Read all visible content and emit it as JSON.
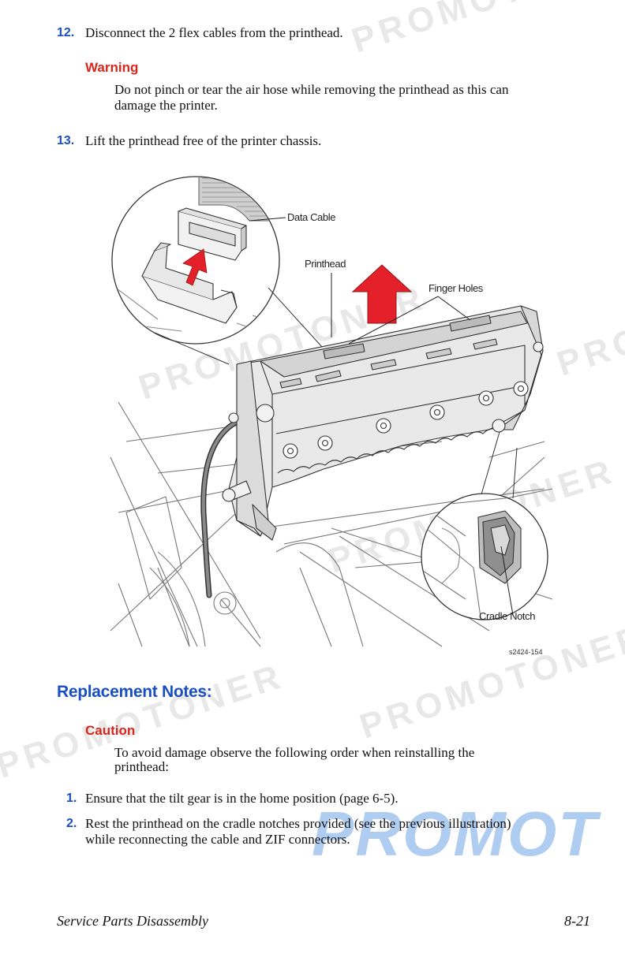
{
  "steps_top": [
    {
      "num": "12.",
      "text": "Disconnect the 2 flex cables from the printhead."
    },
    {
      "num": "13.",
      "text": "Lift the printhead free of the printer chassis."
    }
  ],
  "warning": {
    "label": "Warning",
    "line1": "Do not pinch or tear the air hose while removing the printhead as this can",
    "line2": "damage the printer."
  },
  "figure": {
    "callouts": {
      "data_cable": "Data Cable",
      "printhead": "Printhead",
      "finger_holes": "Finger Holes",
      "cradle_notch": "Cradle Notch"
    },
    "figure_id": "s2424-154",
    "arrow_color": "#e4202a"
  },
  "replacement": {
    "heading": "Replacement Notes:",
    "caution_label": "Caution",
    "caution_line1": "To avoid damage observe the following order when reinstalling the",
    "caution_line2": "printhead:",
    "steps": [
      {
        "num": "1.",
        "line1": "Ensure that the tilt gear is in the home position (page 6-5).",
        "line2": ""
      },
      {
        "num": "2.",
        "line1": "Rest the printhead on the cradle notches provided (see the previous illustration)",
        "line2": "while reconnecting the cable and ZIF connectors."
      }
    ]
  },
  "footer": {
    "left": "Service Parts Disassembly",
    "right": "8-21"
  },
  "watermark": {
    "word": "PROMOTONER",
    "partial": "PROMOT"
  }
}
